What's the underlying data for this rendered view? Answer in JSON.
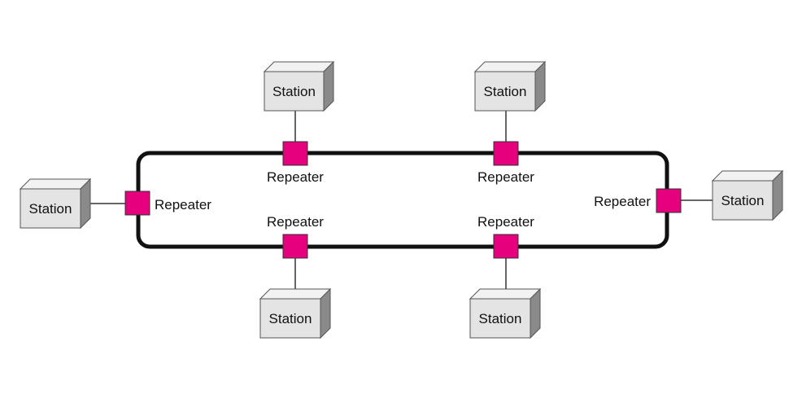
{
  "diagram": {
    "station_label": "Station",
    "repeater_label": "Repeater",
    "colors": {
      "ring": "#111111",
      "repeater": "#e6007e",
      "station_front": "#e4e4e4",
      "station_top": "#f2f2f2",
      "station_side": "#8a8a8a",
      "station_edge": "#555555"
    },
    "stations": [
      {
        "id": "top-left"
      },
      {
        "id": "top-right"
      },
      {
        "id": "left"
      },
      {
        "id": "right"
      },
      {
        "id": "bottom-left"
      },
      {
        "id": "bottom-right"
      }
    ],
    "repeaters": [
      {
        "id": "top-left"
      },
      {
        "id": "top-right"
      },
      {
        "id": "left"
      },
      {
        "id": "right"
      },
      {
        "id": "bottom-left"
      },
      {
        "id": "bottom-right"
      }
    ]
  }
}
